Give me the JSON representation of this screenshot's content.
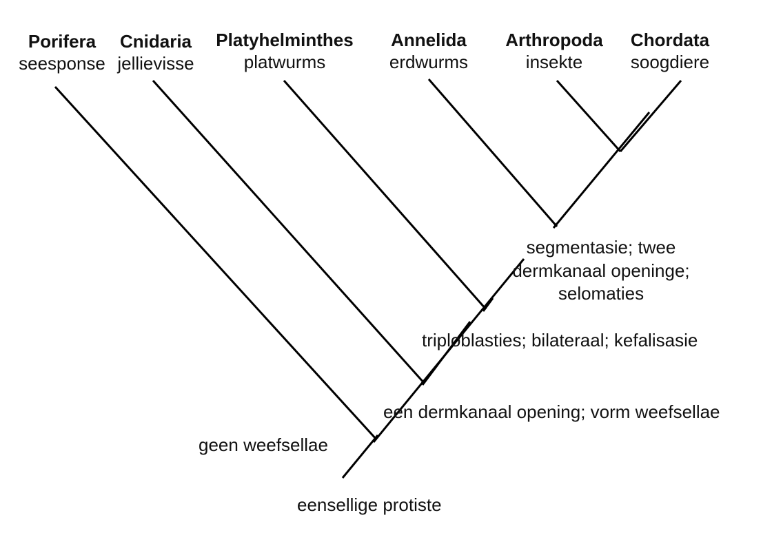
{
  "taxa": [
    {
      "name": "Porifera",
      "common": "seesponse"
    },
    {
      "name": "Cnidaria",
      "common": "jellievisse"
    },
    {
      "name": "Platyhelminthes",
      "common": "platwurms"
    },
    {
      "name": "Annelida",
      "common": "erdwurms"
    },
    {
      "name": "Arthropoda",
      "common": "insekte"
    },
    {
      "name": "Chordata",
      "common": "soogdiere"
    }
  ],
  "characters": {
    "segmentation": [
      "segmentasie; twee",
      "dermkanaal openinge;",
      "selomaties"
    ],
    "triploblasty": "triploblasties; bilateraal; kefalisasie",
    "tissue_layers": "een dermkanaal opening; vorm weefsellae",
    "no_tissue": "geen weefsellae",
    "root": "eensellige protiste"
  },
  "colors": {
    "line": "#000000",
    "text": "#111111",
    "background": "#ffffff"
  }
}
